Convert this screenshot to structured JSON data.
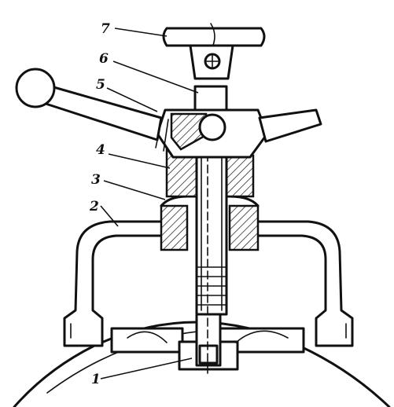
{
  "callouts": [
    {
      "number": "1",
      "part": "body-boss"
    },
    {
      "number": "2",
      "part": "bracket"
    },
    {
      "number": "3",
      "part": "nut"
    },
    {
      "number": "4",
      "part": "housing"
    },
    {
      "number": "5",
      "part": "lever"
    },
    {
      "number": "6",
      "part": "stem"
    },
    {
      "number": "7",
      "part": "handwheel"
    }
  ],
  "colors": {
    "ink": "#111111",
    "paper": "#ffffff"
  }
}
